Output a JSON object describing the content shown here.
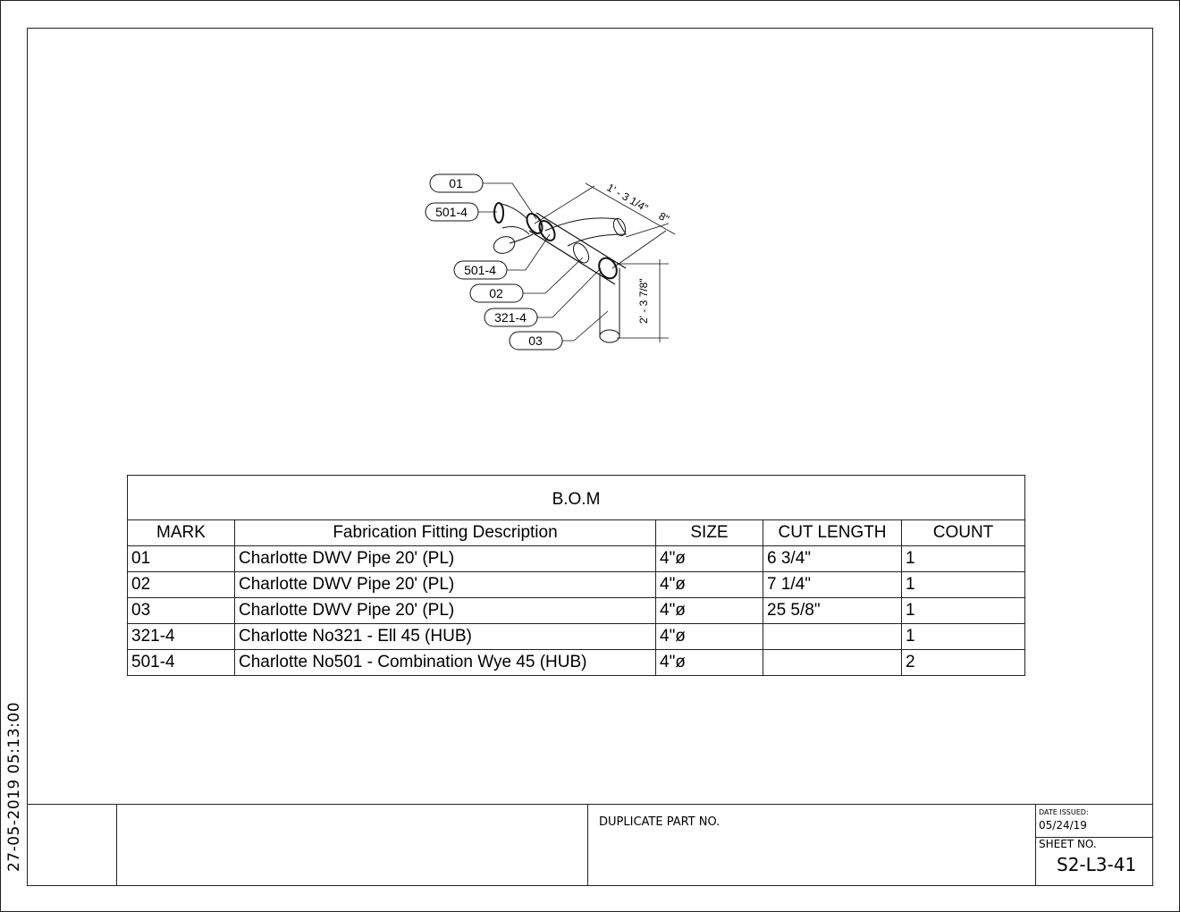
{
  "timestamp": "27-05-2019 05:13:00",
  "drawing": {
    "callouts": [
      "01",
      "501-4",
      "501-4",
      "02",
      "321-4",
      "03"
    ],
    "dimensions": {
      "horizontal": "1' - 3 1/4\"",
      "offset": "8\"",
      "vertical": "2' - 3 7/8\""
    }
  },
  "bom": {
    "title": "B.O.M",
    "headers": [
      "MARK",
      "Fabrication Fitting Description",
      "SIZE",
      "CUT LENGTH",
      "COUNT"
    ],
    "rows": [
      [
        "01",
        "Charlotte DWV Pipe 20' (PL)",
        "4\"ø",
        "6 3/4\"",
        "1"
      ],
      [
        "02",
        "Charlotte DWV Pipe 20' (PL)",
        "4\"ø",
        "7 1/4\"",
        "1"
      ],
      [
        "03",
        "Charlotte DWV Pipe 20' (PL)",
        "4\"ø",
        "25 5/8\"",
        "1"
      ],
      [
        "321-4",
        "Charlotte No321 - Ell 45 (HUB)",
        "4\"ø",
        "",
        "1"
      ],
      [
        "501-4",
        "Charlotte No501 - Combination Wye 45 (HUB)",
        "4\"ø",
        "",
        "2"
      ]
    ]
  },
  "title_block": {
    "duplicate_label": "DUPLICATE PART NO.",
    "date_label": "DATE ISSUED:",
    "date": "05/24/19",
    "sheet_label": "SHEET NO.",
    "sheet": "S2-L3-41"
  }
}
